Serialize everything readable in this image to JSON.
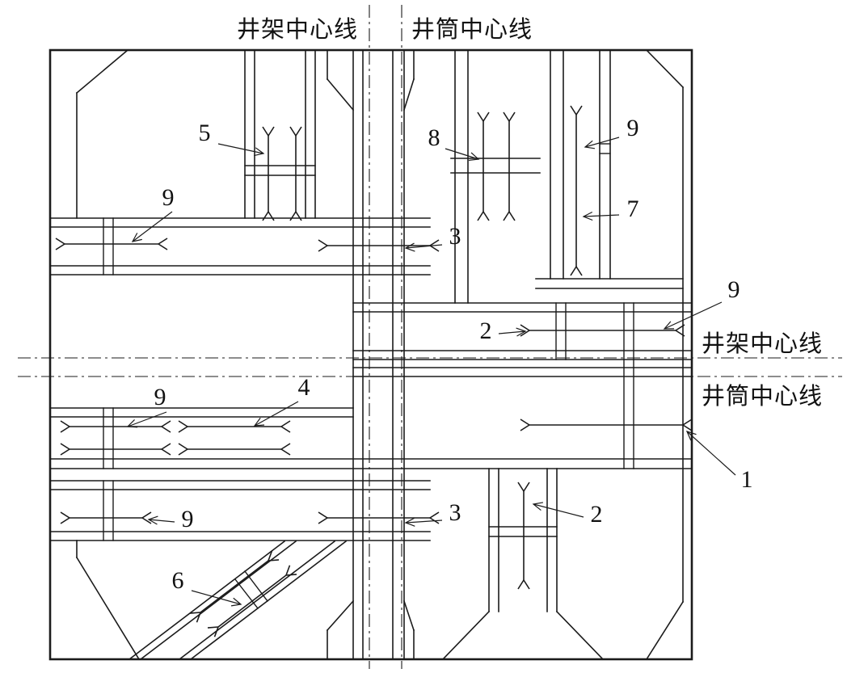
{
  "diagram": {
    "type": "engineering-foundation-plan",
    "labels": {
      "top_headframe_centerline": "井架中心线",
      "top_shaft_centerline": "井筒中心线",
      "right_headframe_centerline": "井架中心线",
      "right_shaft_centerline": "井筒中心线"
    },
    "callouts": [
      {
        "label": "5"
      },
      {
        "label": "9"
      },
      {
        "label": "8"
      },
      {
        "label": "9"
      },
      {
        "label": "7"
      },
      {
        "label": "3"
      },
      {
        "label": "2"
      },
      {
        "label": "9"
      },
      {
        "label": "9"
      },
      {
        "label": "4"
      },
      {
        "label": "1"
      },
      {
        "label": "9"
      },
      {
        "label": "3"
      },
      {
        "label": "2"
      },
      {
        "label": "6"
      }
    ],
    "colors": {
      "line": "#1b1b1b",
      "background": "#ffffff"
    }
  }
}
